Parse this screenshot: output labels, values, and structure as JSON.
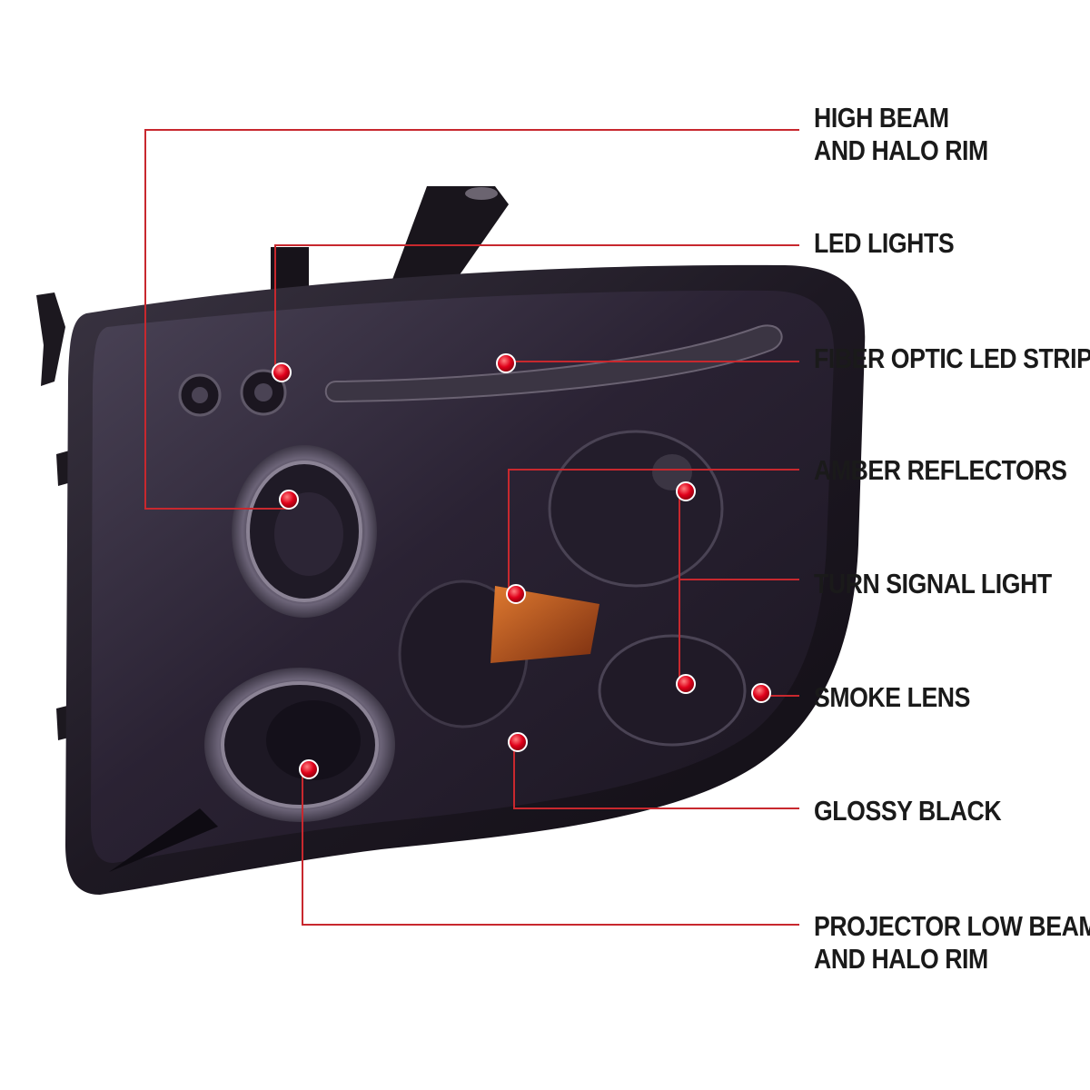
{
  "colors": {
    "leader_line": "#c8282e",
    "marker_fill": "#e0001a",
    "lens_smoke": "#2a2233",
    "amber": "#c0521a",
    "label_text": "#1a1a1a"
  },
  "callouts": [
    {
      "id": "high-beam",
      "lines": [
        "HIGH BEAM",
        "AND HALO RIM"
      ]
    },
    {
      "id": "led-lights",
      "lines": [
        "LED LIGHTS"
      ]
    },
    {
      "id": "fiber-optic",
      "lines": [
        "FIBER OPTIC LED STRIP"
      ]
    },
    {
      "id": "amber-reflectors",
      "lines": [
        "AMBER REFLECTORS"
      ]
    },
    {
      "id": "turn-signal",
      "lines": [
        "TURN SIGNAL LIGHT"
      ]
    },
    {
      "id": "smoke-lens",
      "lines": [
        "SMOKE LENS"
      ]
    },
    {
      "id": "glossy-black",
      "lines": [
        "GLOSSY BLACK"
      ]
    },
    {
      "id": "projector-low-beam",
      "lines": [
        "PROJECTOR LOW BEAM",
        "AND HALO RIM"
      ]
    }
  ]
}
